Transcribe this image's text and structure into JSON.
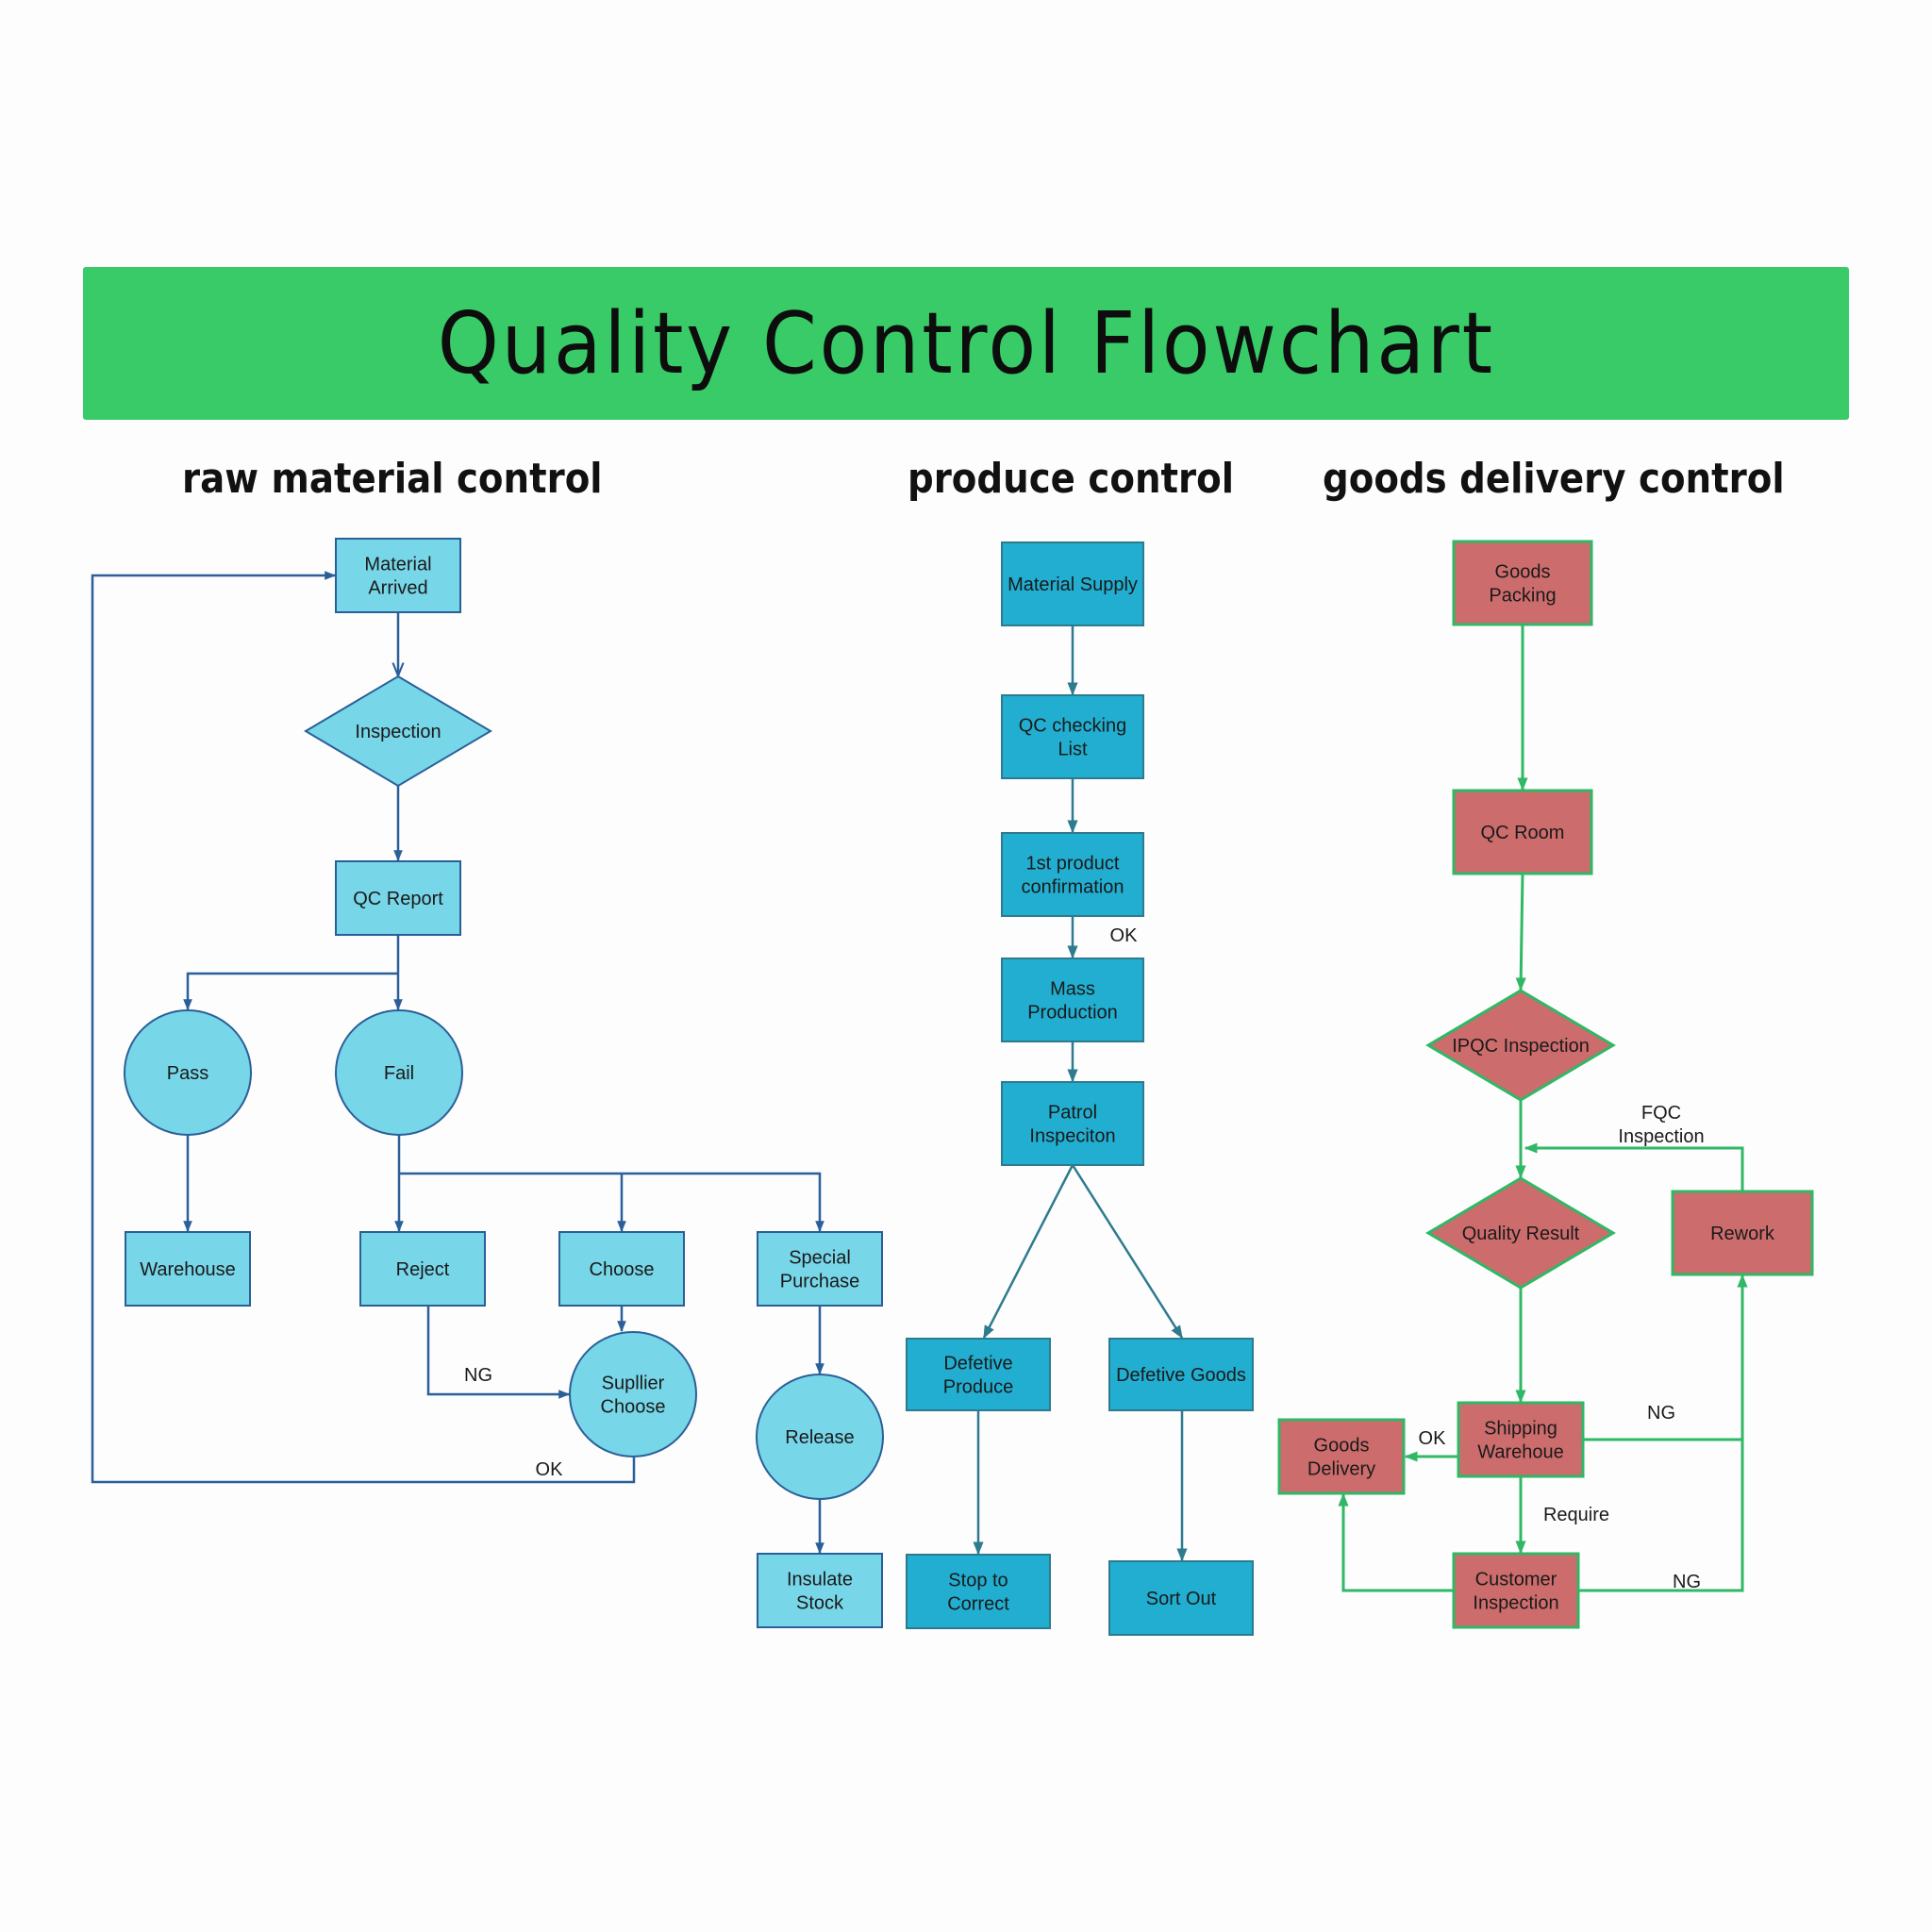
{
  "title": "Quality Control Flowchart",
  "colors": {
    "banner": "#38cb68",
    "raw_fill": "#77d6e8",
    "raw_stroke": "#2a5f99",
    "produce_fill": "#21aed0",
    "produce_stroke": "#2e7a8e",
    "goods_fill": "#cd6c6c",
    "goods_stroke": "#2fb865"
  },
  "sections": [
    {
      "id": "raw",
      "title": "raw material control"
    },
    {
      "id": "produce",
      "title": "produce control"
    },
    {
      "id": "goods",
      "title": "goods delivery control"
    }
  ],
  "nodes": {
    "raw_material_arrived": [
      "Material",
      "Arrived"
    ],
    "raw_inspection": [
      "Inspection"
    ],
    "raw_qc_report": [
      "QC Report"
    ],
    "raw_pass": [
      "Pass"
    ],
    "raw_fail": [
      "Fail"
    ],
    "raw_warehouse": [
      "Warehouse"
    ],
    "raw_reject": [
      "Reject"
    ],
    "raw_choose": [
      "Choose"
    ],
    "raw_special_purchase": [
      "Special",
      "Purchase"
    ],
    "raw_supplier_choose": [
      "Supllier",
      "Choose"
    ],
    "raw_release": [
      "Release"
    ],
    "raw_insulate_stock": [
      "Insulate",
      "Stock"
    ],
    "prod_material_supply": [
      "Material  Supply"
    ],
    "prod_qc_checking_list": [
      "QC checking",
      "List"
    ],
    "prod_first_product": [
      "1st product",
      "confirmation"
    ],
    "prod_mass_production": [
      "Mass",
      "Production"
    ],
    "prod_patrol_inspection": [
      "Patrol",
      "Inspeciton"
    ],
    "prod_defective_produce": [
      "Defetive",
      "Produce"
    ],
    "prod_defective_goods": [
      "Defetive Goods"
    ],
    "prod_stop_to_correct": [
      "Stop to",
      "Correct"
    ],
    "prod_sort_out": [
      "Sort  Out"
    ],
    "goods_packing": [
      "Goods",
      "Packing"
    ],
    "goods_qc_room": [
      "QC Room"
    ],
    "goods_ipqc_inspection": [
      "IPQC Inspection"
    ],
    "goods_quality_result": [
      "Quality  Result"
    ],
    "goods_rework": [
      "Rework"
    ],
    "goods_shipping_warehouse": [
      "Shipping",
      "Warehoue"
    ],
    "goods_delivery": [
      "Goods",
      "Delivery"
    ],
    "goods_customer_inspection": [
      "Customer",
      "Inspection"
    ]
  },
  "edge_labels": {
    "raw_ng": "NG",
    "raw_ok": "OK",
    "prod_ok": "OK",
    "goods_fqc": [
      "FQC",
      "Inspection"
    ],
    "goods_ok": "OK",
    "goods_ng_shipping": "NG",
    "goods_require": "Require",
    "goods_ng_customer": "NG"
  }
}
